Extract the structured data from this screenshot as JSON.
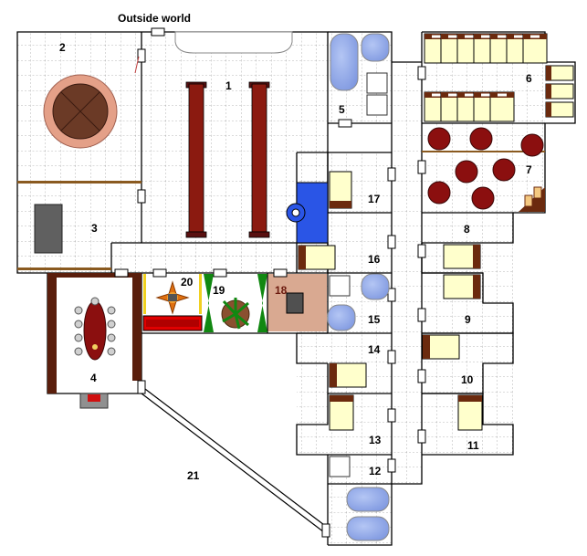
{
  "title": "Outside world",
  "rooms": [
    {
      "id": "room-1",
      "label": "1"
    },
    {
      "id": "room-2",
      "label": "2"
    },
    {
      "id": "room-3",
      "label": "3"
    },
    {
      "id": "room-4",
      "label": "4"
    },
    {
      "id": "room-5",
      "label": "5"
    },
    {
      "id": "room-6",
      "label": "6"
    },
    {
      "id": "room-7",
      "label": "7"
    },
    {
      "id": "room-8",
      "label": "8"
    },
    {
      "id": "room-9",
      "label": "9"
    },
    {
      "id": "room-10",
      "label": "10"
    },
    {
      "id": "room-11",
      "label": "11"
    },
    {
      "id": "room-12",
      "label": "12"
    },
    {
      "id": "room-13",
      "label": "13"
    },
    {
      "id": "room-14",
      "label": "14"
    },
    {
      "id": "room-15",
      "label": "15"
    },
    {
      "id": "room-16",
      "label": "16"
    },
    {
      "id": "room-17",
      "label": "17"
    },
    {
      "id": "room-18",
      "label": "18"
    },
    {
      "id": "room-19",
      "label": "19"
    },
    {
      "id": "room-20",
      "label": "20"
    },
    {
      "id": "room-21",
      "label": "21"
    }
  ],
  "colors": {
    "wall": "#000000",
    "grid": "#9a9a9a",
    "bed_frame": "#6b2a0e",
    "bed_sheet": "#ffffcc",
    "bath": "#8fa8e8",
    "bench": "#8b1a10",
    "table_round": "#8b0f0f",
    "room18_floor": "#d8a890",
    "blue_door": "#2a55e6"
  }
}
